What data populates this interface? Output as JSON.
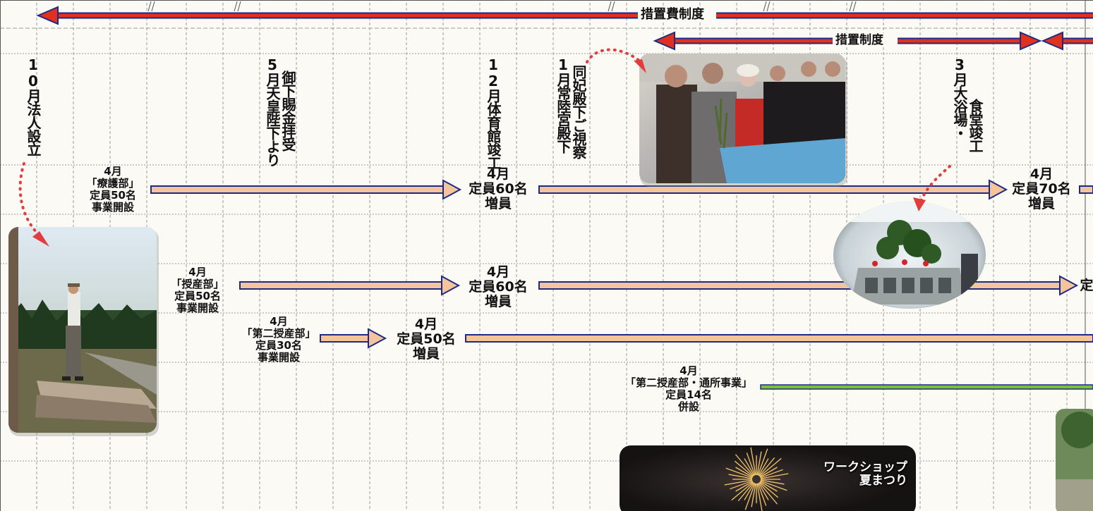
{
  "colors": {
    "red_arrow": "#e0301e",
    "blue_outline": "#1d2b86",
    "peach_arrow": "#f6c49a",
    "green_line": "#7bbf3a",
    "background": "#fbfaf5",
    "grid": "#9a9a9a"
  },
  "timeline": {
    "top_label": "措置費制度",
    "second_label": "措置制度"
  },
  "events": [
    {
      "id": "ev1",
      "text": "10月法人設立"
    },
    {
      "id": "ev2",
      "text": "5月天皇陛下より"
    },
    {
      "id": "ev3",
      "text": "御下賜金拝受"
    },
    {
      "id": "ev4",
      "text": "12月体育館竣工"
    },
    {
      "id": "ev5",
      "text": "1月常陸宮殿下"
    },
    {
      "id": "ev6",
      "text": "同妃殿下ご視察"
    },
    {
      "id": "ev7",
      "text": "3月大浴場・"
    },
    {
      "id": "ev8",
      "text": "食堂竣工"
    }
  ],
  "notes": {
    "n1": "4月\n「療護部」\n定員50名\n事業開設",
    "n2": "4月\n定員60名\n増員",
    "n3": "4月\n定員70名\n増員",
    "n4": "4月\n「授産部」\n定員50名\n事業開設",
    "n5": "4月\n定員60名\n増員",
    "n6": "定",
    "n7": "4月\n「第二授産部」\n定員30名\n事業開設",
    "n8": "4月\n定員50名\n増員",
    "n9": "4月\n「第二授産部・通所事業」\n定員14名\n併設"
  },
  "photos": {
    "festival_caption": "ワークショップ\n夏まつり"
  }
}
